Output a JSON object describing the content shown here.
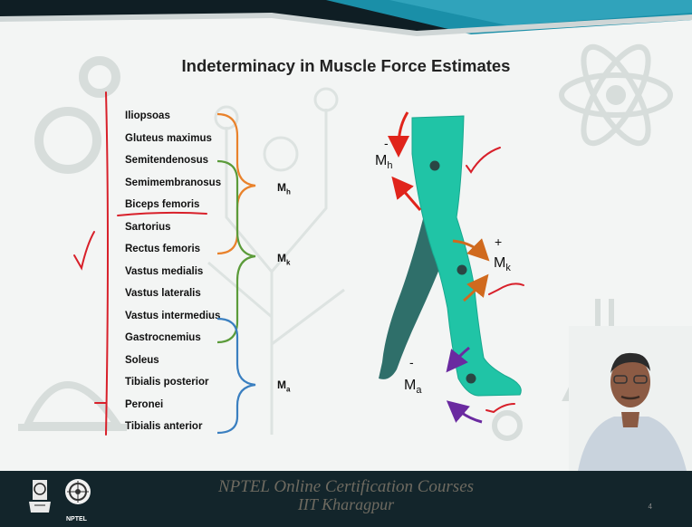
{
  "slide": {
    "title": "Indeterminacy in Muscle Force Estimates",
    "muscles": [
      "Iliopsoas",
      "Gluteus maximus",
      "Semitendenosus",
      "Semimembranosus",
      "Biceps femoris",
      "Sartorius",
      "Rectus femoris",
      "Vastus medialis",
      "Vastus lateralis",
      "Vastus intermedius",
      "Gastrocnemius",
      "Soleus",
      "Tibialis posterior",
      "Peronei",
      "Tibialis anterior"
    ],
    "moment_labels": {
      "hip": {
        "letter": "M",
        "sub": "h"
      },
      "knee": {
        "letter": "M",
        "sub": "k"
      },
      "ankle": {
        "letter": "M",
        "sub": "a"
      }
    },
    "leg_labels": {
      "hip": {
        "letter": "M",
        "sub": "h",
        "sign": "-"
      },
      "knee": {
        "letter": "M",
        "sub": "k",
        "sign": "+"
      },
      "ankle": {
        "letter": "M",
        "sub": "a",
        "sign": "-"
      }
    },
    "page_number": "4"
  },
  "footer": {
    "line1": "NPTEL Online Certification Courses",
    "line2": "IIT Kharagpur",
    "logo_text": "NPTEL"
  },
  "colors": {
    "hip_brace": "#e9822b",
    "knee_brace": "#5b9b3a",
    "ankle_brace": "#3a7fc0",
    "leg_front": "#20c4a6",
    "leg_back": "#2f6f6a",
    "hip_arrow": "#e0241b",
    "knee_arrow": "#d06a1e",
    "ankle_arrow": "#6a2aa0",
    "annotation": "#d8202a",
    "footer_bar": "#13252b"
  },
  "icons": [
    "gear-icon",
    "atom-icon",
    "circuit-tree-icon",
    "hard-hat-icon",
    "flask-icon",
    "iit-emblem-icon",
    "nptel-logo-icon"
  ]
}
